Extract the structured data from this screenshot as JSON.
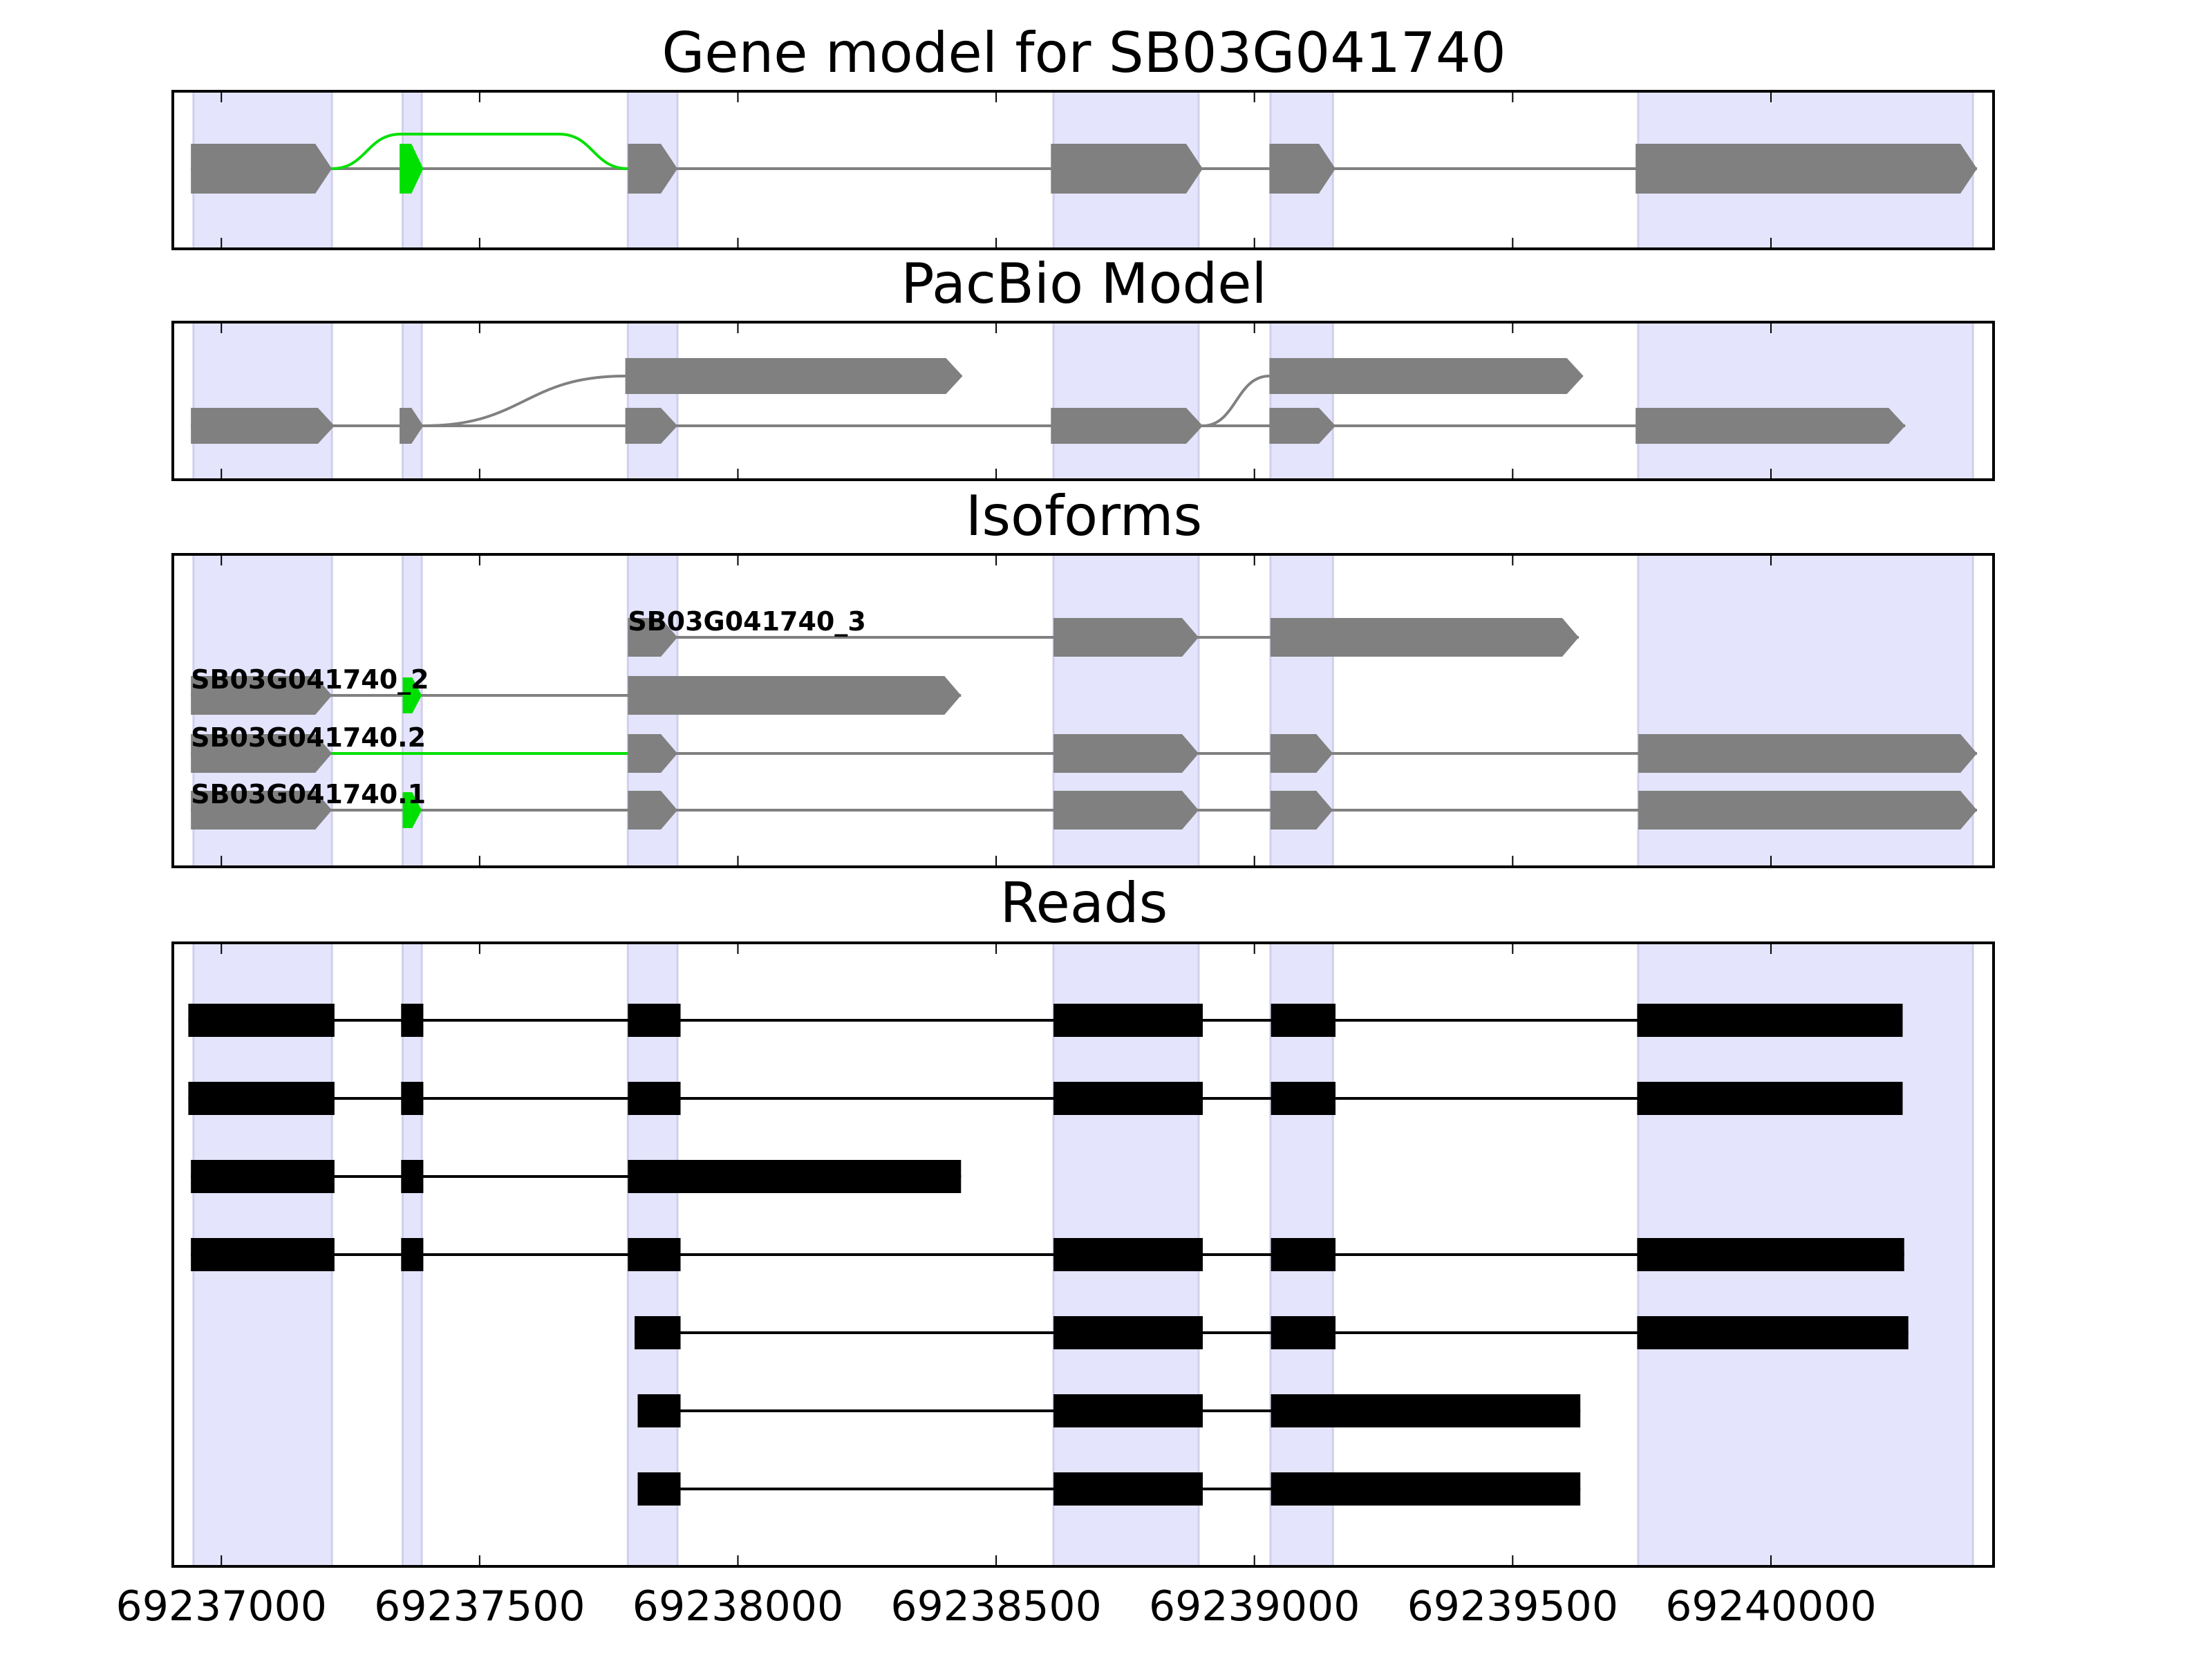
{
  "colors": {
    "shade": "#e4e4fc",
    "shade_edge": "#d0d0ec",
    "exon": "#808080",
    "alt": "#00e000",
    "read": "#000000"
  },
  "chart_data": [
    {
      "type": "gene-track",
      "title": "Gene model for SB03G041740",
      "xlim": [
        69236906,
        69240431
      ],
      "xticks": [
        69237000,
        69237500,
        69238000,
        69238500,
        69239000,
        69239500,
        69240000
      ],
      "shaded_regions": [
        [
          69236946,
          69237214
        ],
        [
          69237351,
          69237388
        ],
        [
          69237787,
          69237883
        ],
        [
          69238611,
          69238892
        ],
        [
          69239031,
          69239152
        ],
        [
          69239743,
          69240391
        ]
      ],
      "exons": [
        [
          69236941,
          69237214
        ],
        [
          69237787,
          69237883
        ],
        [
          69238606,
          69238900
        ],
        [
          69239029,
          69239157
        ],
        [
          69239738,
          69240399
        ]
      ],
      "alt_exons": [
        [
          69237345,
          69237391
        ]
      ],
      "alt_junctions": [
        [
          69237214,
          69237787
        ]
      ]
    },
    {
      "type": "gene-track",
      "title": "PacBio Model",
      "rows": [
        {
          "exons": [
            [
              69237782,
              69238435
            ],
            [
              69239029,
              69239637
            ]
          ]
        },
        {
          "exons": [
            [
              69236941,
              69237219
            ],
            [
              69237345,
              69237391
            ],
            [
              69237782,
              69237883
            ],
            [
              69238606,
              69238900
            ],
            [
              69239029,
              69239157
            ],
            [
              69239738,
              69240260
            ]
          ]
        }
      ],
      "cross_junctions": [
        [
          69237391,
          69237782
        ],
        [
          69238900,
          69239029
        ]
      ]
    },
    {
      "type": "gene-track",
      "title": "Isoforms",
      "isoforms": [
        {
          "name": "SB03G041740_3",
          "exons": [
            [
              69237787,
              69237883
            ],
            [
              69238611,
              69238892
            ],
            [
              69239031,
              69239628
            ]
          ],
          "alt_exons": [],
          "alt_intron": null
        },
        {
          "name": "SB03G041740_2",
          "exons": [
            [
              69236941,
              69237214
            ],
            [
              69237787,
              69238432
            ]
          ],
          "alt_exons": [
            [
              69237351,
              69237388
            ]
          ],
          "alt_intron": null
        },
        {
          "name": "SB03G041740.2",
          "exons": [
            [
              69236941,
              69237214
            ],
            [
              69237787,
              69237883
            ],
            [
              69238611,
              69238892
            ],
            [
              69239031,
              69239152
            ],
            [
              69239743,
              69240399
            ]
          ],
          "alt_exons": [],
          "alt_intron": [
            69237214,
            69237787
          ]
        },
        {
          "name": "SB03G041740.1",
          "exons": [
            [
              69236941,
              69237214
            ],
            [
              69237787,
              69237883
            ],
            [
              69238611,
              69238892
            ],
            [
              69239031,
              69239152
            ],
            [
              69239743,
              69240399
            ]
          ],
          "alt_exons": [
            [
              69237351,
              69237388
            ]
          ],
          "alt_intron": null
        }
      ]
    },
    {
      "type": "reads",
      "title": "Reads",
      "reads": [
        [
          [
            69236936,
            69237219
          ],
          [
            69237348,
            69237391
          ],
          [
            69237787,
            69237889
          ],
          [
            69238611,
            69238900
          ],
          [
            69239032,
            69239157
          ],
          [
            69239741,
            69240255
          ]
        ],
        [
          [
            69236936,
            69237219
          ],
          [
            69237348,
            69237391
          ],
          [
            69237787,
            69237889
          ],
          [
            69238611,
            69238900
          ],
          [
            69239032,
            69239157
          ],
          [
            69239741,
            69240255
          ]
        ],
        [
          [
            69236941,
            69237219
          ],
          [
            69237348,
            69237391
          ],
          [
            69237787,
            69238432
          ]
        ],
        [
          [
            69236941,
            69237219
          ],
          [
            69237348,
            69237391
          ],
          [
            69237787,
            69237889
          ],
          [
            69238611,
            69238900
          ],
          [
            69239032,
            69239157
          ],
          [
            69239741,
            69240258
          ]
        ],
        [
          [
            69237800,
            69237889
          ],
          [
            69238611,
            69238900
          ],
          [
            69239032,
            69239157
          ],
          [
            69239741,
            69240266
          ]
        ],
        [
          [
            69237806,
            69237889
          ],
          [
            69238611,
            69238900
          ],
          [
            69239032,
            69239631
          ]
        ],
        [
          [
            69237806,
            69237889
          ],
          [
            69238611,
            69238900
          ],
          [
            69239032,
            69239631
          ]
        ]
      ]
    }
  ]
}
